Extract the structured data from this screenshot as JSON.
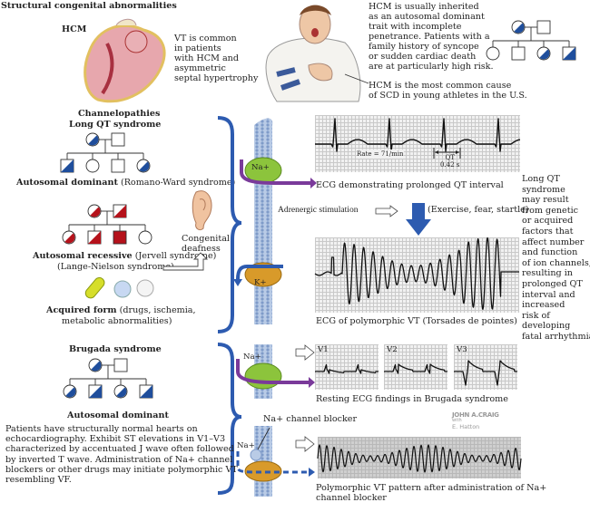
{
  "title": "Structural congenital abnormalities",
  "hcm": {
    "label": "HCM",
    "vt_note": [
      "VT is common",
      "in patients",
      "with HCM and",
      "asymmetric",
      "septal hypertrophy"
    ],
    "inheritance_note": [
      "HCM is usually inherited",
      "as an autosomal dominant",
      "trait with incomplete",
      "penetrance. Patients with a",
      "family history of syncope",
      "or sudden cardiac death",
      "are at particularly high risk."
    ],
    "athlete_note": [
      "HCM is the most common cause",
      "of SCD in young athletes in the U.S."
    ],
    "pedigree": {
      "color": "#1f4e9c",
      "parents": [
        {
          "sex": "f",
          "status": "half"
        },
        {
          "sex": "m",
          "status": "none"
        }
      ],
      "children": [
        {
          "sex": "f",
          "status": "none"
        },
        {
          "sex": "m",
          "status": "none"
        },
        {
          "sex": "f",
          "status": "half"
        },
        {
          "sex": "m",
          "status": "half"
        }
      ]
    }
  },
  "channelopathies": {
    "heading": "Channelopathies",
    "subheading": "Long QT syndrome",
    "dominant": {
      "label_bold": "Autosomal dominant",
      "label_rest": " (Romano-Ward syndrome)",
      "pedigree": {
        "color": "#1f4e9c",
        "parents": [
          {
            "sex": "f",
            "status": "half"
          },
          {
            "sex": "m",
            "status": "none"
          }
        ],
        "children": [
          {
            "sex": "m",
            "status": "half"
          },
          {
            "sex": "f",
            "status": "none"
          },
          {
            "sex": "m",
            "status": "none"
          },
          {
            "sex": "f",
            "status": "half"
          }
        ]
      }
    },
    "recessive": {
      "label_bold": "Autosomal recessive",
      "label_rest": " (Jervell syndrome)",
      "label_line2": "(Lange-Nielson syndrome)",
      "pedigree": {
        "color": "#b5121b",
        "parents": [
          {
            "sex": "f",
            "status": "half"
          },
          {
            "sex": "m",
            "status": "half"
          }
        ],
        "children": [
          {
            "sex": "f",
            "status": "half"
          },
          {
            "sex": "m",
            "status": "half"
          },
          {
            "sex": "m",
            "status": "full"
          },
          {
            "sex": "f",
            "status": "none"
          }
        ]
      }
    },
    "deafness": [
      "Congenital",
      "deafness"
    ],
    "acquired": {
      "label_bold": "Acquired form",
      "label_rest": " (drugs, ischemia,",
      "label_line2": "metabolic abnormalities)"
    }
  },
  "long_qt_panel": {
    "na_label": "Na+",
    "k_label": "K+",
    "ecg1": {
      "rate": "Rate = 71/min",
      "qt_label": "QT",
      "qt_value": "0.42 s",
      "caption": "ECG demonstrating prolonged QT interval"
    },
    "adrenergic": "Adrenergic stimulation",
    "triggers": "(Exercise, fear, startle)",
    "ecg2_caption": "ECG of polymorphic VT (Torsades de pointes)",
    "side_note": [
      "Long QT",
      "syndrome",
      "may result",
      "from genetic",
      "or acquired",
      "factors that",
      "affect number",
      "and function",
      "of ion channels,",
      "resulting in",
      "prolonged QT",
      "interval and",
      "increased",
      "risk of",
      "developing",
      "fatal arrhythmias."
    ]
  },
  "brugada": {
    "heading": "Brugada syndrome",
    "label": "Autosomal dominant",
    "pedigree": {
      "color": "#1f4e9c",
      "parents": [
        {
          "sex": "f",
          "status": "half"
        },
        {
          "sex": "m",
          "status": "none"
        }
      ],
      "children": [
        {
          "sex": "f",
          "status": "half"
        },
        {
          "sex": "m",
          "status": "half"
        },
        {
          "sex": "f",
          "status": "half"
        },
        {
          "sex": "m",
          "status": "half"
        }
      ]
    },
    "description": [
      "Patients have structurally normal hearts on",
      "echocardiography. Exhibit ST elevations in V1–V3",
      "characterized by accentuated J wave often followed",
      "by inverted T wave. Administration of Na+ channel",
      "blockers or other drugs may initiate polymorphic VT",
      "resembling VF."
    ],
    "na_label_top": "Na+",
    "blocker_label": "Na+ channel blocker",
    "na_label_bottom": "Na+",
    "leads": [
      "V1",
      "V2",
      "V3"
    ],
    "resting_caption": "Resting ECG findings in Brugada syndrome",
    "vt_caption": [
      "Polymorphic VT pattern after administration of Na+",
      "channel blocker"
    ]
  },
  "signature": {
    "name": "JOHN A.CRAIG",
    "with": "with",
    "coauthor": "E. Hatton"
  },
  "colors": {
    "blue": "#2d5bb0",
    "red": "#b5121b",
    "purple": "#7a3a9a",
    "green": "#8cc43c",
    "orange": "#d89a2a"
  }
}
